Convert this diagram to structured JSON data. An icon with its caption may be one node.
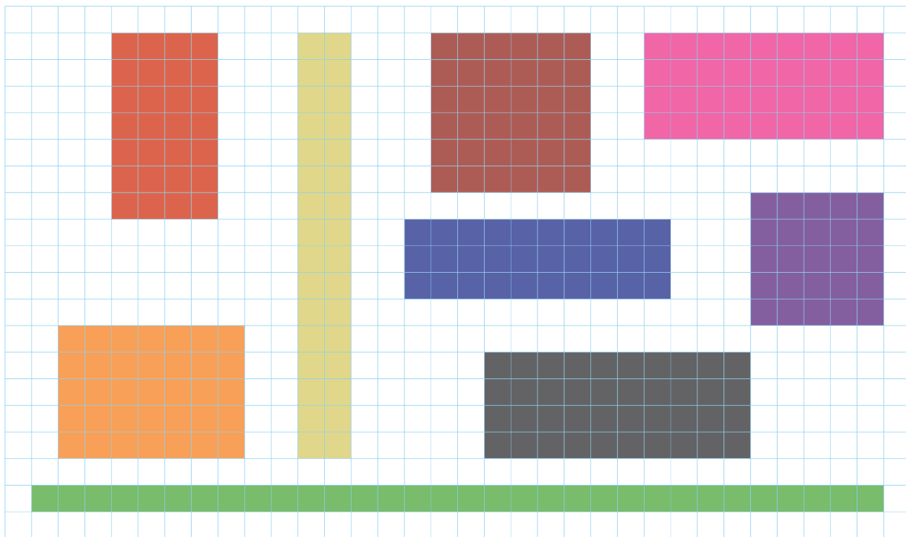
{
  "diagram": {
    "nodes": [
      {
        "text": [],
        "shape": "box"
      },
      {
        "text": [],
        "shape": "box"
      },
      {
        "text": [],
        "shape": "box"
      },
      {
        "text": [],
        "shape": "box"
      },
      {
        "text": [],
        "shape": "box"
      },
      {
        "text": [],
        "shape": "box"
      },
      {
        "text": [],
        "shape": "box"
      },
      {
        "text": [],
        "shape": "box"
      },
      {
        "text": [],
        "shape": "box"
      }
    ]
  }
}
